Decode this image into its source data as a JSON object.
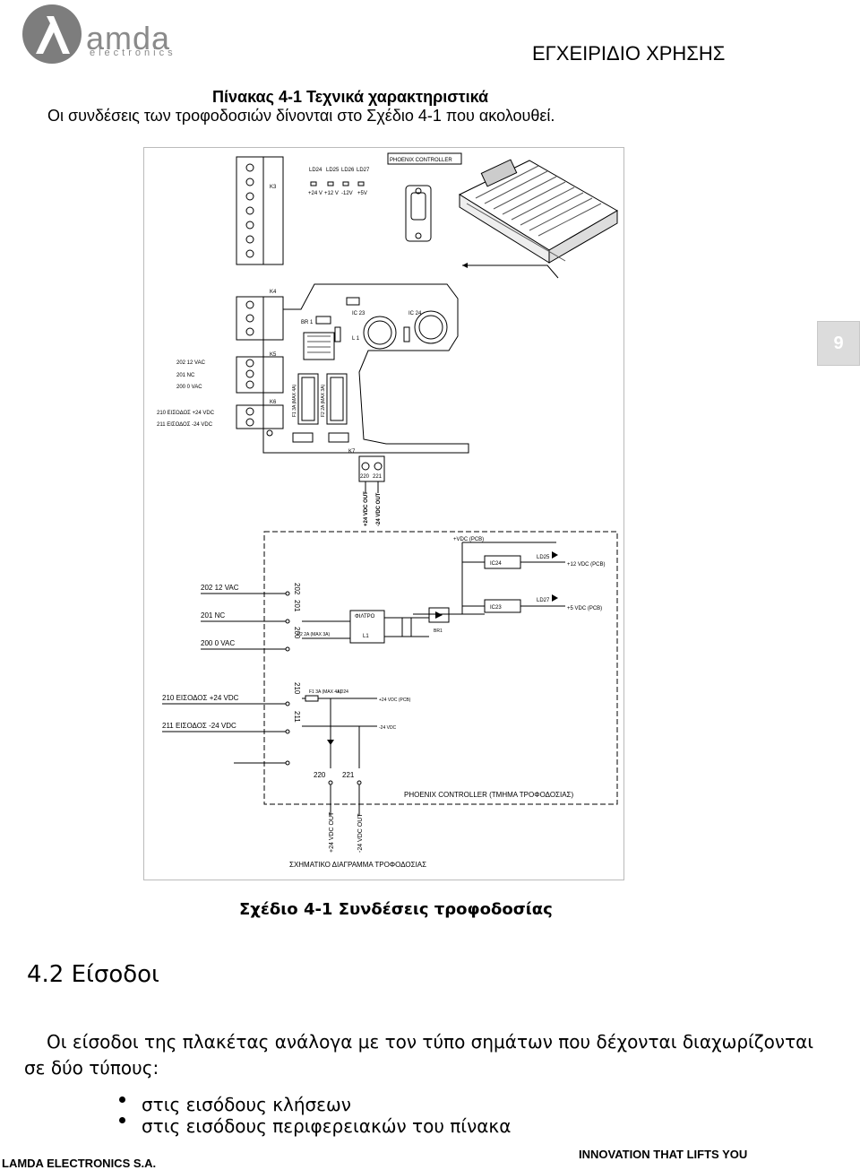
{
  "header": {
    "logo_text": "amda",
    "logo_sub": "electronics",
    "title": "ΕΓΧΕΙΡΙΔΙΟ ΧΡΗΣΗΣ"
  },
  "side_tab": "9",
  "intro": {
    "table_ref": "Πίνακας 4-1 Τεχνικά χαρακτηριστικά",
    "text": "Οι συνδέσεις των τροφοδοσιών δίνονται στο Σχέδιο 4-1 που ακολουθεί."
  },
  "diagram": {
    "board": {
      "phoenix": "PHOENIX CONTROLLER",
      "k3": "K3",
      "k4": "K4",
      "k5": "K5",
      "k6": "K6",
      "k7": "K7",
      "ld24": "LD24",
      "ld25": "LD25",
      "ld26": "LD26",
      "ld27": "LD27",
      "v24": "+24 V",
      "v12": "+12 V",
      "vm12": "-12V",
      "v5": "+5V",
      "br1": "BR 1",
      "ic23": "IC 23",
      "ic24": "IC 24",
      "l1": "L 1",
      "f1": "F1 3A (MAX 4A)",
      "f2": "F2 2A (MAX 3A)",
      "t220": "220",
      "t221": "221",
      "out_p": "+24 VDC OUT",
      "out_m": "-24 VDC OUT",
      "l202": "202   12 VAC",
      "l201": "201   NC",
      "l200": "200     0 VAC",
      "l210": "210  ΕΙΣΟΔΟΣ +24 VDC",
      "l211": "211  ΕΙΣΟΔΟΣ -24 VDC"
    },
    "schematic": {
      "vdc_pcb": "+VDC (PCB)",
      "ic24": "IC24",
      "ic23": "IC23",
      "ld25": "LD25",
      "ld27": "LD27",
      "ld24": "LD24",
      "p12": "+12 VDC (PCB)",
      "p5": "+5 VDC (PCB)",
      "filter": "ΦΙΛΤΡΟ",
      "l1": "L1",
      "br1": "BR1",
      "f2": "F2 2A (MAX 3A)",
      "f1": "F1 3A (MAX 4A)",
      "p24": "+24 VDC (PCB)",
      "m24": "-24 VDC",
      "n202": "202",
      "n201": "201",
      "n200": "200",
      "n210": "210",
      "n211": "211",
      "n220": "220",
      "n221": "221",
      "s202": "202   12 VAC",
      "s201": "201   NC",
      "s200": "200      0 VAC",
      "s210": "210   ΕΙΣΟΔΟΣ +24 VDC",
      "s211": "211   ΕΙΣΟΔΟΣ -24 VDC",
      "phoenix_psu": "PHOENIX CONTROLLER (ΤΜΗΜΑ ΤΡΟΦΟΔΟΣΙΑΣ)",
      "out_p": "+24 VDC OUT",
      "out_m": "-24 VDC OUT",
      "title": "ΣΧΗΜΑΤΙΚΟ ΔΙΑΓΡΑΜΜΑ ΤΡΟΦΟΔΟΣΙΑΣ"
    }
  },
  "caption": "Σχέδιο 4-1 Συνδέσεις τροφοδοσίας",
  "section": {
    "title": "4.2   Είσοδοι",
    "para_line1": "Οι είσοδοι της πλακέτας ανάλογα με τον τύπο σημάτων που δέχονται  διαχωρίζονται",
    "para_line2": "σε δύο τύπους:",
    "bullets": [
      "στις εισόδους κλήσεων",
      "στις εισόδους περιφερειακών του πίνακα"
    ]
  },
  "footer": {
    "left": "LAMDA ELECTRONICS  S.A.",
    "right": "INNOVATION THAT LIFTS YOU"
  }
}
